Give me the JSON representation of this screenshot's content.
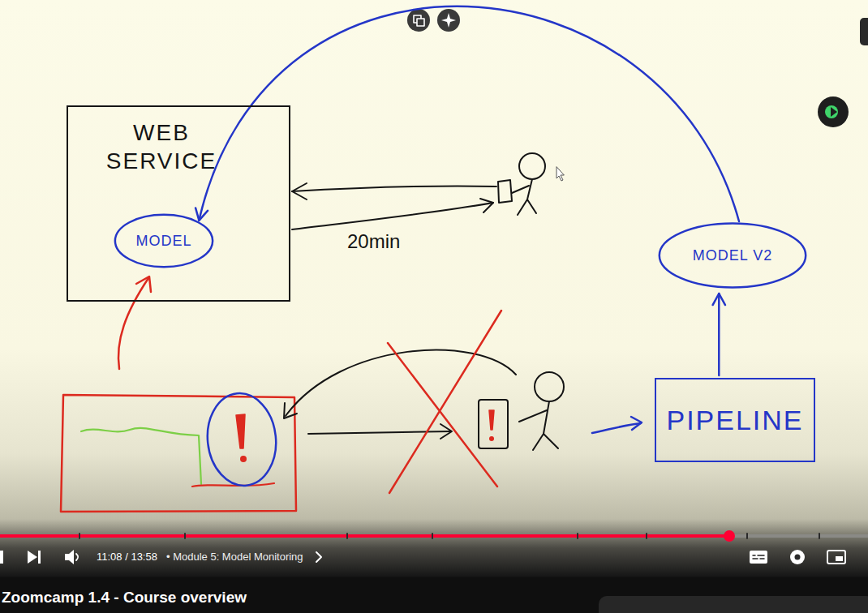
{
  "diagram": {
    "title": "Zoomcamp 1.4 - Course overview",
    "nodes": [
      {
        "text": [
          "WEB SERVICE"
        ]
      },
      {
        "text": [
          "MODEL"
        ],
        "in": 0
      },
      {
        "text": [
          "MODEL V2"
        ]
      },
      {
        "text": [
          "PIPELINE"
        ]
      }
    ],
    "edges": [
      {
        "from": 3,
        "to": 2,
        "arrow": "to"
      },
      {
        "from": 2,
        "to": 1,
        "arrow": "to"
      }
    ],
    "labels": [
      "20min",
      "11:08 / 13:58",
      "• Module 5: Model Monitoring"
    ]
  }
}
